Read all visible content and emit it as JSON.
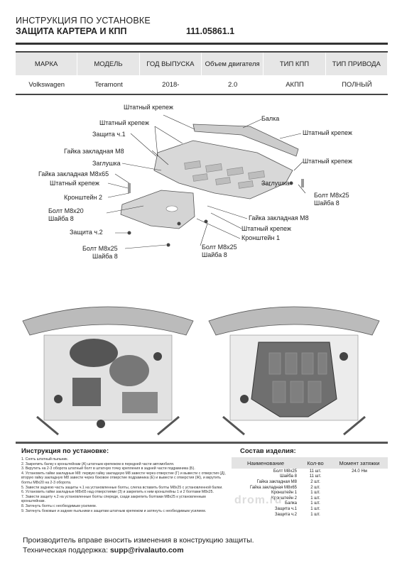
{
  "header": {
    "line1": "ИНСТРУКЦИЯ ПО УСТАНОВКЕ",
    "line2": "ЗАЩИТА КАРТЕРА И КПП",
    "code": "111.05861.1"
  },
  "spec_table": {
    "headers": [
      "МАРКА",
      "МОДЕЛЬ",
      "ГОД ВЫПУСКА",
      "Объем двигателя",
      "ТИП КПП",
      "ТИП ПРИВОДА"
    ],
    "values": [
      "Volkswagen",
      "Teramont",
      "2018-",
      "2.0",
      "АКПП",
      "ПОЛНЫЙ"
    ]
  },
  "diagram_labels": {
    "shtatny1": "Штатный крепеж",
    "shtatny2": "Штатный крепеж",
    "zashita1": "Защита ч.1",
    "gayka_m8": "Гайка закладная М8",
    "zaglushka1": "Заглушка",
    "gayka_m8x65": "Гайка закладная М8х65",
    "shtatny3": "Штатный крепеж",
    "kronshtein2": "Кронштейн 2",
    "bolt_m8x20": "Болт М8х20",
    "shaiba8_a": "Шайба 8",
    "zashita2": "Защита ч.2",
    "bolt_m8x25_a": "Болт М8х25",
    "shaiba8_b": "Шайба 8",
    "balka": "Балка",
    "shtatny_r1": "Штатный крепеж",
    "shtatny_r2": "Штатный крепеж",
    "bolt_m8x25_b": "Болт М8х25",
    "shaiba8_c": "Шайба 8",
    "zaglushka2": "Заглушка",
    "gayka_m8_b": "Гайка закладная М8",
    "shtatny_r3": "Штатный крепеж",
    "kronshtein1": "Кронштейн 1",
    "bolt_m8x25_c": "Болт М8х25",
    "shaiba8_d": "Шайба 8"
  },
  "instructions": {
    "title": "Инструкция по установке:",
    "steps": [
      "1. Снять штатный пыльник.",
      "2. Закрепить балку к кронштейнам (А) штатным крепежом в передней части автомобиля.",
      "3. Вкрутить на 2-3 оборота штатный болт в штатную точку крепления в задней части подрамника (Б).",
      "4. Установить гайки закладные М8: первую гайку закладную М8 завести через отверстие (Г) и вывести с отверстия (Д), вторую гайку закладную М8 завести через боковое отверстие подрамника (Е) и вывести с отверстия (Ж), и вкрутить болты М8х20 на 2-3 оборота.",
      "5. Завести заднюю часть защиты ч.1 на установленные болты, слегка вставить болты М8х25 с установленной балки.",
      "6. Установить гайки закладные М8х65 над отверстиями (З) и закрепить к ним кронштейны 1 и 2 болтами М8х25.",
      "7. Завести защиту ч.2 на установленные болты спереди, сзади закрепить болтами М8х25 к установленным кронштейнам.",
      "8. Затянуть болты с необходимым усилием.",
      "9. Затянуть боковые и задние пыльники к защитам штатным крепежом и затянуть с необходимым усилием."
    ]
  },
  "components": {
    "title": "Состав изделия:",
    "headers": [
      "Наименование",
      "Кол-во",
      "Момент затяжки"
    ],
    "rows": [
      {
        "name": "Болт М8х25",
        "qty": "11 шт.",
        "torque": "24.0 Нм"
      },
      {
        "name": "Шайба 8",
        "qty": "11 шт.",
        "torque": ""
      },
      {
        "name": "Гайка закладная М8",
        "qty": "2 шт.",
        "torque": ""
      },
      {
        "name": "Гайка закладная М8х65",
        "qty": "2 шт.",
        "torque": ""
      },
      {
        "name": "Кронштейн 1",
        "qty": "1 шт.",
        "torque": ""
      },
      {
        "name": "Кронштейн 2",
        "qty": "1 шт.",
        "torque": ""
      },
      {
        "name": "Балка",
        "qty": "1 шт.",
        "torque": ""
      },
      {
        "name": "Защита ч.1",
        "qty": "1 шт.",
        "torque": ""
      },
      {
        "name": "Защита ч.2",
        "qty": "1 шт.",
        "torque": ""
      }
    ]
  },
  "watermark": "drom.ru",
  "footer": {
    "line1": "Производитель вправе вносить изменения в конструкцию защиты.",
    "line2_prefix": "Техническая поддержка:",
    "email": "supp@rivalauto.com"
  }
}
